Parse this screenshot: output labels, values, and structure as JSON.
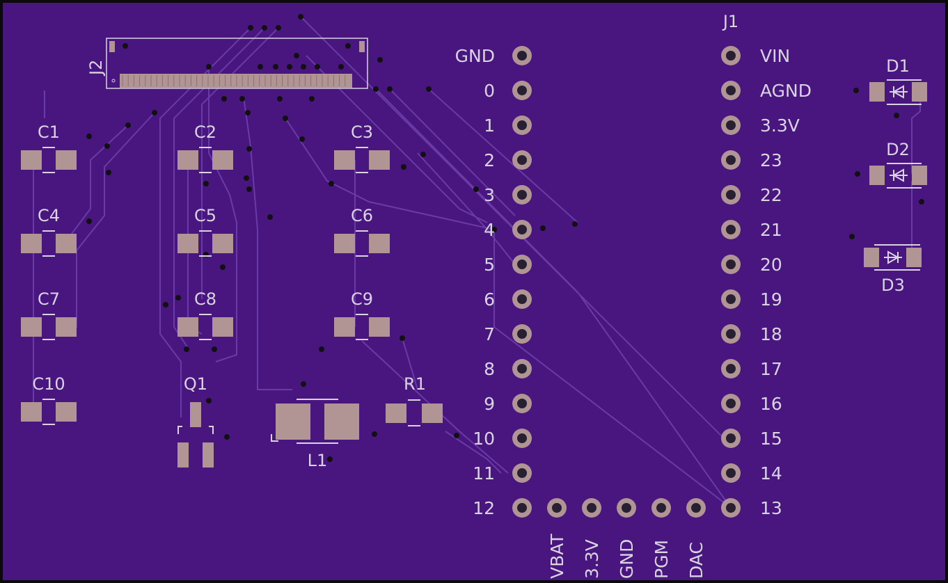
{
  "colors": {
    "board": "#48167e",
    "border": "#0a0a0a",
    "trace": "#6a3aa6",
    "pad": "#b19595",
    "pad_hole": "#262032",
    "via": "#111111",
    "silk": "#d8d4e2"
  },
  "labels": {
    "J1": "J1",
    "J2": "J2",
    "L1": "L1",
    "Q1": "Q1",
    "R1": "R1",
    "D1": "D1",
    "D2": "D2",
    "D3": "D3",
    "caps": [
      "C1",
      "C2",
      "C3",
      "C4",
      "C5",
      "C6",
      "C7",
      "C8",
      "C9",
      "C10"
    ]
  },
  "pins": {
    "left": [
      "GND",
      "0",
      "1",
      "2",
      "3",
      "4",
      "5",
      "6",
      "7",
      "8",
      "9",
      "10",
      "11",
      "12"
    ],
    "right": [
      "VIN",
      "AGND",
      "3.3V",
      "23",
      "22",
      "21",
      "20",
      "19",
      "18",
      "17",
      "16",
      "15",
      "14",
      "13"
    ],
    "bottom": [
      "VBAT",
      "3.3V",
      "GND",
      "PGM",
      "DAC"
    ]
  }
}
